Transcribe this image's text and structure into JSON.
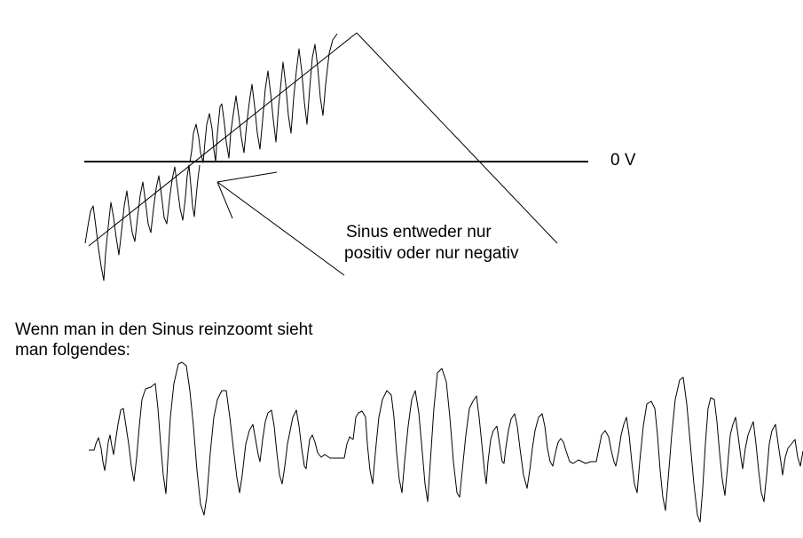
{
  "zero_line_label": "0 V",
  "annotation": {
    "line1": "Sinus entweder nur",
    "line2": "positiv oder nur negativ"
  },
  "caption": {
    "line1": "Wenn man in den Sinus reinzoomt sieht",
    "line2": "man folgendes:"
  },
  "colors": {
    "stroke": "#000000",
    "background": "#ffffff"
  }
}
